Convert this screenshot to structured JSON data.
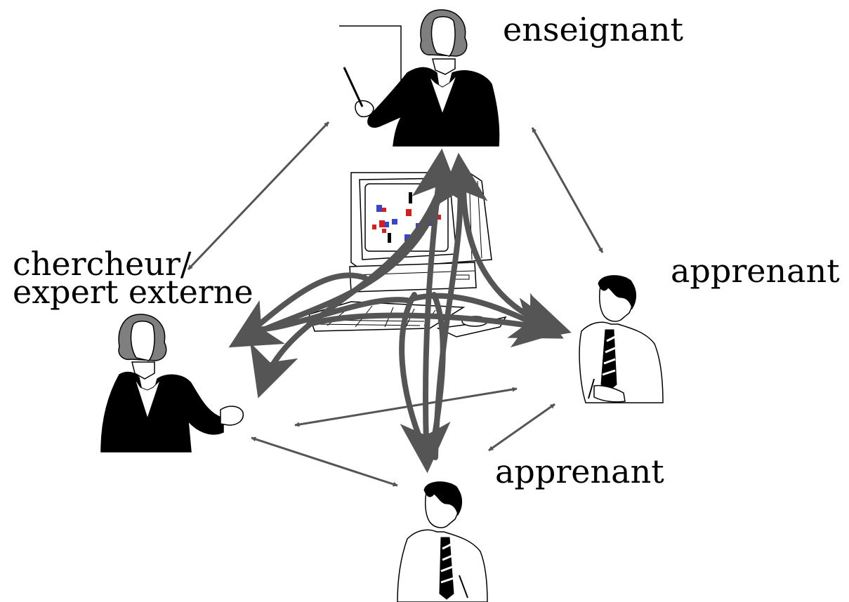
{
  "labels": {
    "enseignant": "enseignant",
    "apprenant_right": "apprenant",
    "apprenant_bottom": "apprenant",
    "chercheur_line1": "chercheur/",
    "chercheur_line2": "expert externe"
  },
  "colors": {
    "arrow": "#555555",
    "figure_gray": "#7f7f7f",
    "figure_black": "#000000",
    "screen_red": "#d21f1f",
    "screen_blue": "#3a46c8"
  },
  "icons": [
    "teacher-figure-icon",
    "pointer-stick-icon",
    "whiteboard-icon",
    "researcher-figure-icon",
    "learner-figure-icon",
    "computer-icon",
    "keyboard-icon",
    "mouse-icon"
  ]
}
